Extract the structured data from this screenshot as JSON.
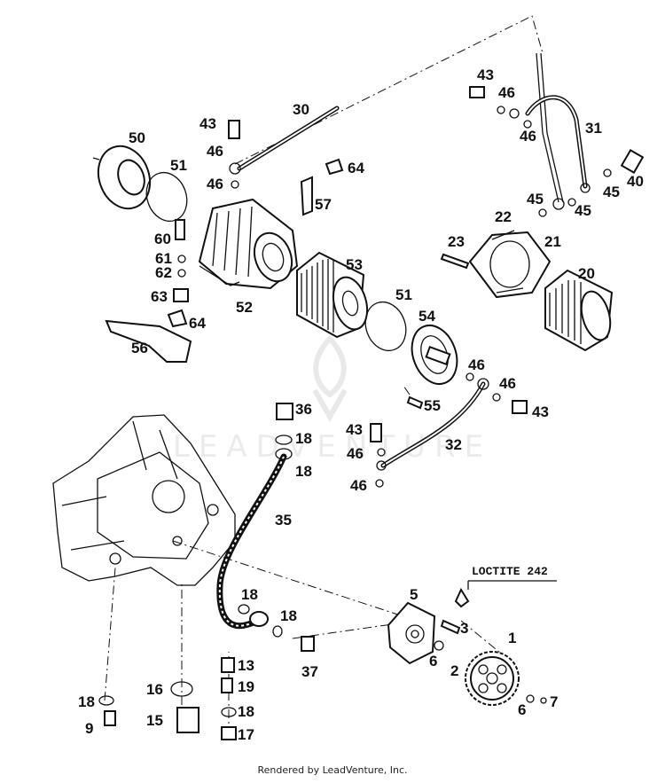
{
  "watermark": {
    "brand_text": "LEADVENTURE"
  },
  "footer": {
    "text": "Rendered by LeadVenture, Inc."
  },
  "annotation": {
    "loctite": "LOCTITE 242"
  },
  "callouts": {
    "c1": "1",
    "c3": "3",
    "c5": "5",
    "c6a": "6",
    "c6b": "6",
    "c7": "7",
    "c2": "2",
    "c9": "9",
    "c13": "13",
    "c15": "15",
    "c16": "16",
    "c17": "17",
    "c18a": "18",
    "c18b": "18",
    "c18c": "18",
    "c18d": "18",
    "c18e": "18",
    "c18f": "18",
    "c19": "19",
    "c20": "20",
    "c21": "21",
    "c22": "22",
    "c23": "23",
    "c30": "30",
    "c31": "31",
    "c32": "32",
    "c35": "35",
    "c36": "36",
    "c37": "37",
    "c40": "40",
    "c43a": "43",
    "c43b": "43",
    "c43c": "43",
    "c43d": "43",
    "c45a": "45",
    "c45b": "45",
    "c45c": "45",
    "c46a": "46",
    "c46b": "46",
    "c46c": "46",
    "c46d": "46",
    "c46e": "46",
    "c46f": "46",
    "c46g": "46",
    "c46h": "46",
    "c50": "50",
    "c51a": "51",
    "c51b": "51",
    "c52": "52",
    "c53": "53",
    "c54": "54",
    "c55": "55",
    "c56": "56",
    "c57": "57",
    "c60": "60",
    "c61": "61",
    "c62": "62",
    "c63": "63",
    "c64a": "64",
    "c64b": "64"
  }
}
